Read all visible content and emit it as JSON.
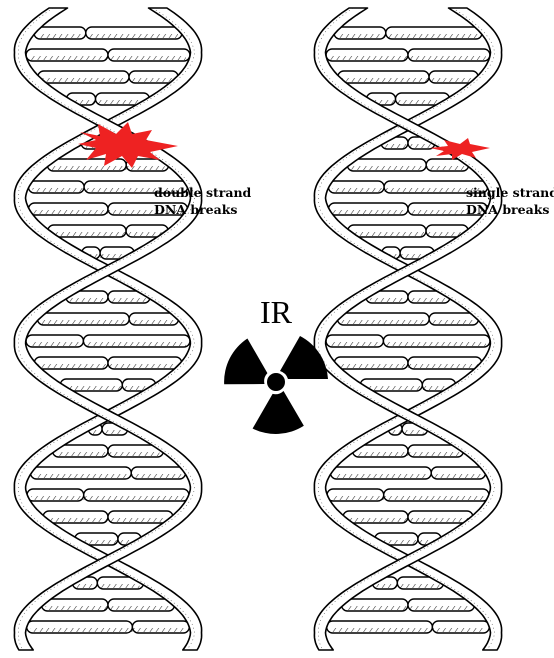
{
  "labels": {
    "left_line1": "double strand",
    "left_line2": "DNA breaks",
    "right_line1": "single strand",
    "right_line2": "DNA breaks",
    "ir": "IR"
  },
  "colors": {
    "damage": "#ee2222",
    "ink": "#000000",
    "strand_fill": "#ffffff"
  },
  "icons": [
    "dna-double-helix-icon",
    "dna-double-helix-icon",
    "radiation-trefoil-icon",
    "double-strand-break-burst-icon",
    "single-strand-break-burst-icon"
  ]
}
